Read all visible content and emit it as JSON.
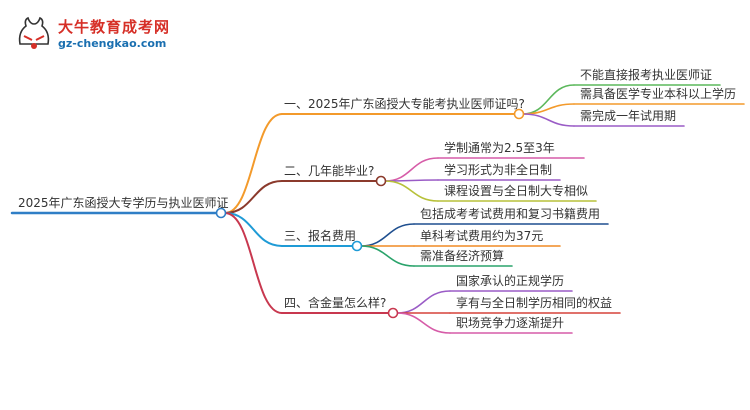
{
  "brand": {
    "name": "大牛教育成考网",
    "url": "gz-chengkao.com"
  },
  "colors": {
    "root": "#2f7ec6",
    "b1": "#f39a2b",
    "b2": "#8b3a2c",
    "b3": "#1f9bd6",
    "b4": "#c8384f",
    "leafGreen": "#5cb85c",
    "leafPurple": "#9a5cc6",
    "leafRed": "#d6423a",
    "leafOlive": "#b7c13a",
    "leafDarkBlue": "#1f4f8f",
    "leafOrange": "#f08a24",
    "leafTeal": "#2aa36b",
    "leafPink": "#d65ca8"
  },
  "mindmap": {
    "root": {
      "label": "2025年广东函授大专学历与执业医师证"
    },
    "branches": [
      {
        "label": "一、2025年广东函授大专能考执业医师证吗?",
        "leaves": [
          "不能直接报考执业医师证",
          "需具备医学专业本科以上学历",
          "需完成一年试用期"
        ]
      },
      {
        "label": "二、几年能毕业?",
        "leaves": [
          "学制通常为2.5至3年",
          "学习形式为非全日制",
          "课程设置与全日制大专相似"
        ]
      },
      {
        "label": "三、报名费用",
        "leaves": [
          "包括成考考试费用和复习书籍费用",
          "单科考试费用约为37元",
          "需准备经济预算"
        ]
      },
      {
        "label": "四、含金量怎么样?",
        "leaves": [
          "国家承认的正规学历",
          "享有与全日制学历相同的权益",
          "职场竞争力逐渐提升"
        ]
      }
    ]
  }
}
